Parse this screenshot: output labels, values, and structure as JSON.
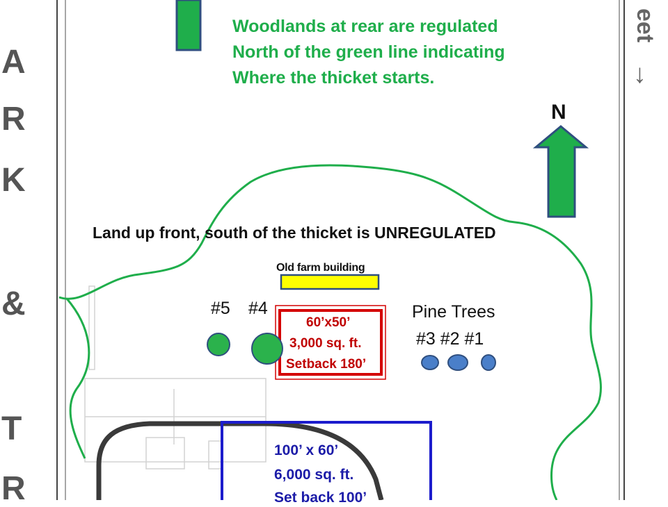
{
  "notes": {
    "woodlands_line1": "Woodlands at rear are regulated",
    "woodlands_line2": "North of the green line indicating",
    "woodlands_line3": "Where the thicket starts.",
    "unregulated": "Land up front, south of the thicket is UNREGULATED",
    "north": "N"
  },
  "old_farm": {
    "label": "Old farm building",
    "fill": "#ffff00"
  },
  "building_small": {
    "line1": "60’x50’",
    "line2": "3,000 sq. ft.",
    "line3": "Setback 180’",
    "color": "#d40000"
  },
  "building_large": {
    "line1": "100’ x 60’",
    "line2": "6,000 sq. ft.",
    "line3": "Set back 100’",
    "color": "#1c1ccc"
  },
  "trees": {
    "label_5": "#5",
    "label_4": "#4",
    "pine_title": "Pine Trees",
    "pine_numbers": "#3 #2 #1",
    "oak_color": "#2bb24c",
    "pine_color": "#4a7fc9"
  },
  "left_margin": {
    "letter_a": "A",
    "letter_r": "R",
    "letter_k": "K",
    "letter_amp": "&",
    "letter_t": "T",
    "letter_r2": "R"
  },
  "right_margin": {
    "text": "eet",
    "arrow": "↓"
  },
  "colors": {
    "thicket_line": "#1fae4b",
    "arrow_fill": "#1fae4b",
    "arrow_stroke": "#2f4f7f"
  }
}
